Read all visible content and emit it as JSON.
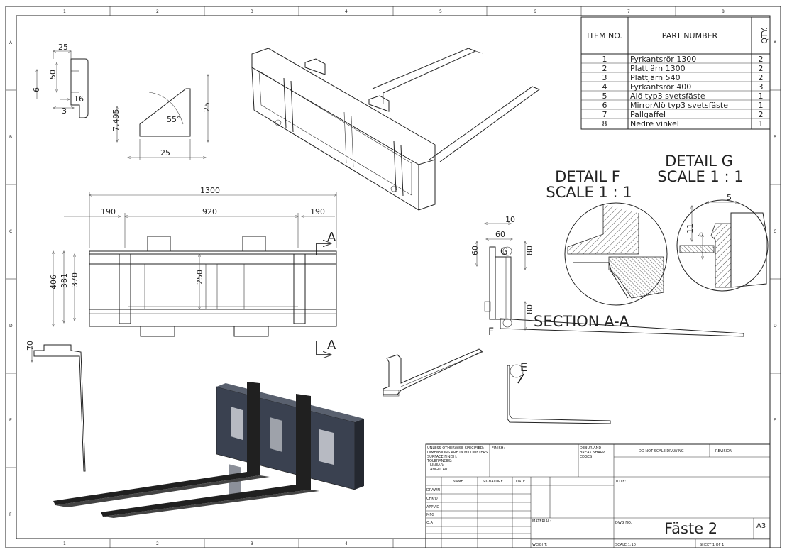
{
  "border": {
    "columns": [
      "1",
      "2",
      "3",
      "4",
      "5",
      "6",
      "7",
      "8"
    ],
    "rows": [
      "A",
      "B",
      "C",
      "D",
      "E",
      "F"
    ]
  },
  "bom": {
    "headers": {
      "item": "ITEM NO.",
      "part": "PART NUMBER",
      "qty": "QTY."
    },
    "rows": [
      {
        "item": "1",
        "part": "Fyrkantsrör 1300",
        "qty": "2"
      },
      {
        "item": "2",
        "part": "Plattjärn 1300",
        "qty": "2"
      },
      {
        "item": "3",
        "part": "Plattjärn 540",
        "qty": "2"
      },
      {
        "item": "4",
        "part": "Fyrkantsrör 400",
        "qty": "3"
      },
      {
        "item": "5",
        "part": "Alö typ3 svetsfäste",
        "qty": "1"
      },
      {
        "item": "6",
        "part": "MirrorAlö typ3 svetsfäste",
        "qty": "1"
      },
      {
        "item": "7",
        "part": "Pallgaffel",
        "qty": "2"
      },
      {
        "item": "8",
        "part": "Nedre vinkel",
        "qty": "1"
      }
    ]
  },
  "details": {
    "f_title": "DETAIL F",
    "f_scale": "SCALE 1 : 1",
    "g_title": "DETAIL G",
    "g_scale": "SCALE 1 : 1",
    "section": "SECTION A-A",
    "label_f": "F",
    "label_g": "G",
    "label_e": "E",
    "label_a_top": "A",
    "label_a_bottom": "A"
  },
  "dimensions": {
    "d1300": "1300",
    "d190_left": "190",
    "d920": "920",
    "d190_right": "190",
    "d406": "406",
    "d381": "381",
    "d370": "370",
    "d250": "250",
    "d70": "70",
    "bracket_25_top": "25",
    "bracket_50": "50",
    "bracket_6": "6",
    "bracket_16": "16",
    "bracket_3": "3",
    "tri_55": "55°",
    "tri_25_right": "25",
    "tri_7495": "7,495",
    "tri_25_bottom": "25",
    "sec_10": "10",
    "sec_60_top": "60",
    "sec_60_left": "60",
    "sec_80_top": "80",
    "sec_80_bottom": "80",
    "g_5": "5",
    "g_11": "11",
    "g_6": "6"
  },
  "title_block": {
    "notes": [
      "UNLESS OTHERWISE SPECIFIED:",
      "DIMENSIONS ARE IN MILLIMETERS",
      "SURFACE FINISH:",
      "TOLERANCES:",
      "LINEAR:",
      "ANGULAR:"
    ],
    "finish": "FINISH:",
    "deburr": [
      "DEBUR AND",
      "BREAK SHARP",
      "EDGES"
    ],
    "do_not_scale": "DO NOT SCALE DRAWING",
    "revision": "REVISION",
    "col_name": "NAME",
    "col_signature": "SIGNATURE",
    "col_date": "DATE",
    "roles": [
      "DRAWN",
      "CHK'D",
      "APPV'D",
      "MFG",
      "Q.A"
    ],
    "title_label": "TITLE:",
    "material": "MATERIAL:",
    "dwg_no_label": "DWG NO.",
    "dwg_title": "Fäste 2",
    "size": "A3",
    "weight": "WEIGHT:",
    "scale": "SCALE:1:10",
    "sheet": "SHEET 1 OF 1"
  }
}
